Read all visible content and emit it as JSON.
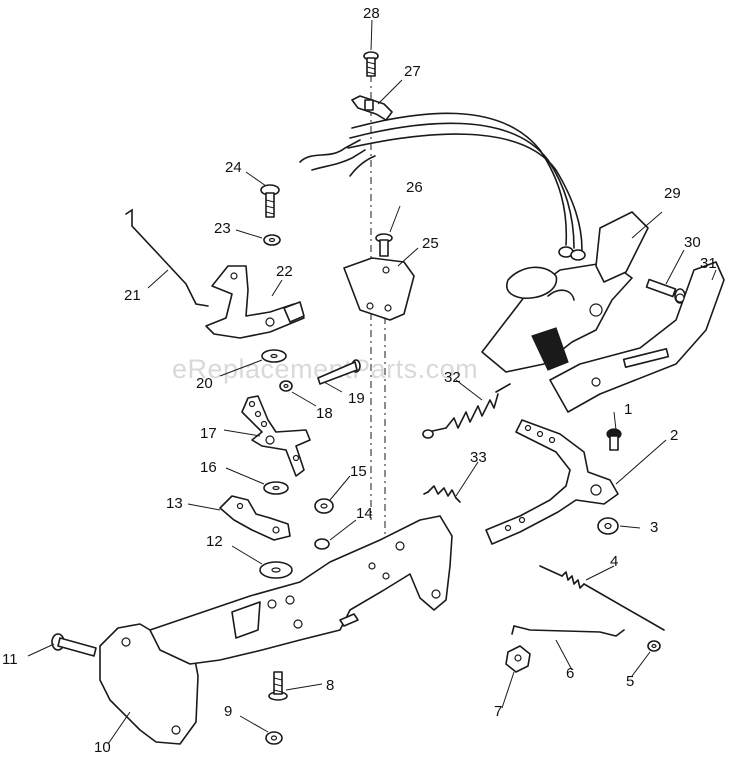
{
  "watermark": "eReplacementParts.com",
  "callouts": [
    "1",
    "2",
    "3",
    "4",
    "5",
    "6",
    "7",
    "8",
    "9",
    "10",
    "11",
    "12",
    "13",
    "14",
    "15",
    "16",
    "17",
    "18",
    "19",
    "20",
    "21",
    "22",
    "23",
    "24",
    "25",
    "26",
    "27",
    "28",
    "29",
    "30",
    "31",
    "32",
    "33"
  ]
}
